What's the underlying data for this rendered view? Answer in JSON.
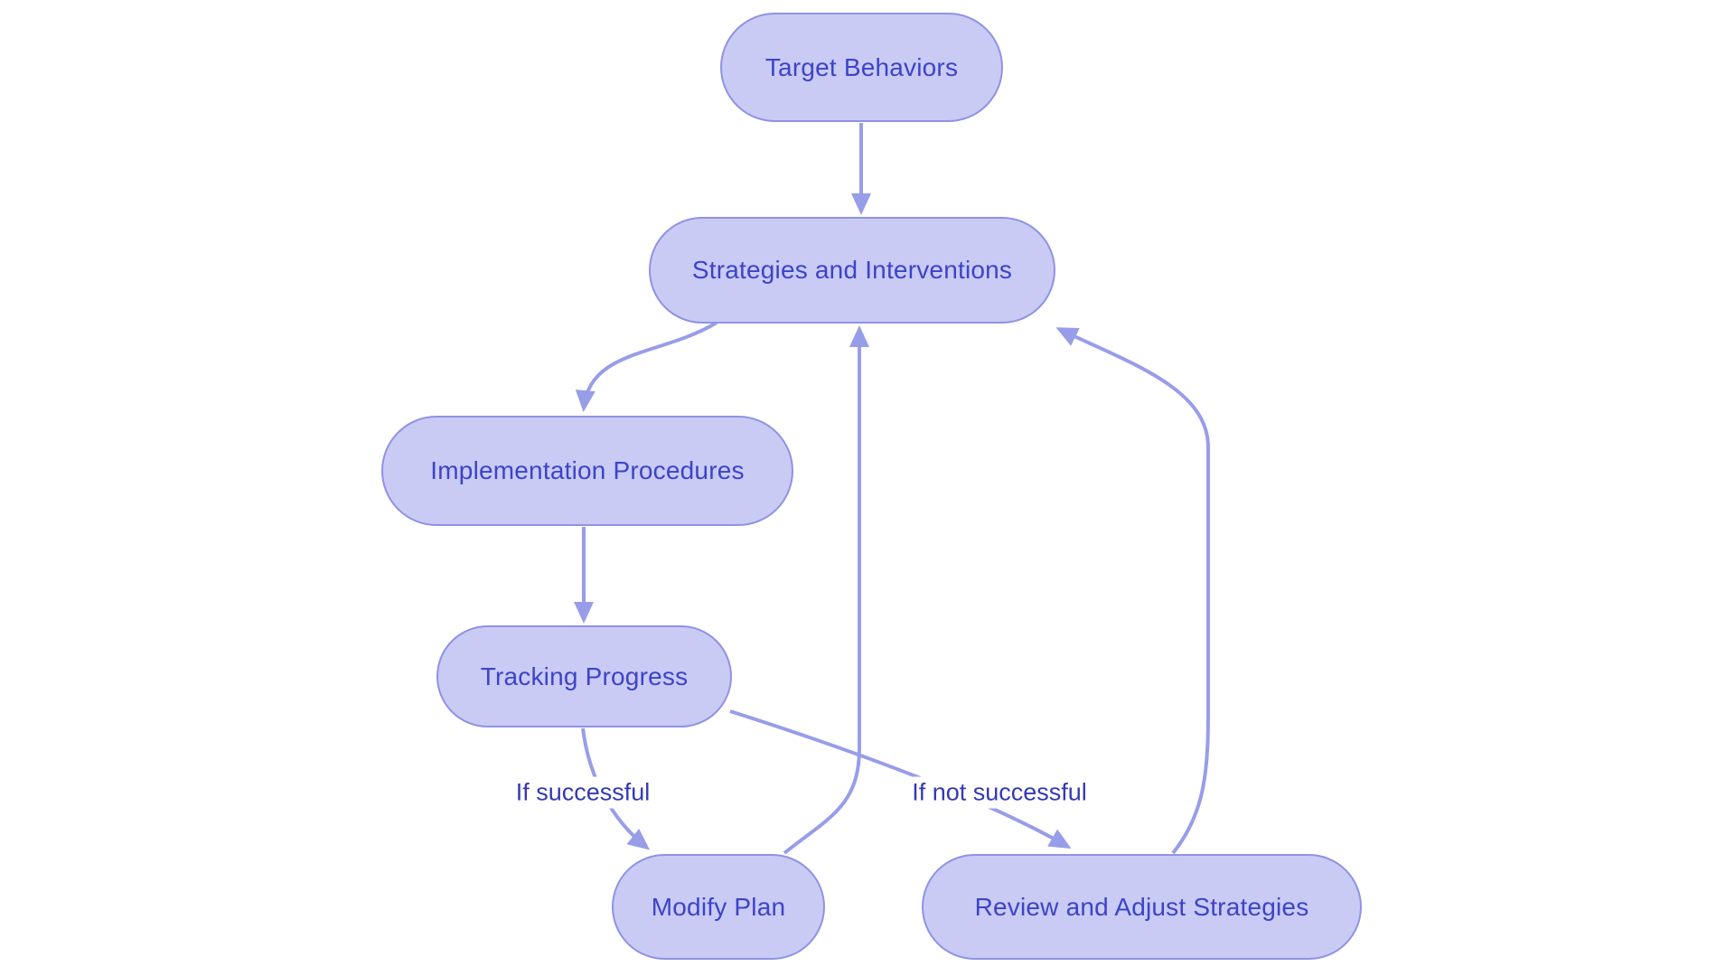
{
  "diagram": {
    "type": "flowchart",
    "colors": {
      "bg": "#ffffff",
      "node_fill": "#c9cbf5",
      "node_border": "#8e93e4",
      "node_text": "#3d43c8",
      "edge": "#989de9",
      "label_text": "#3439b2"
    },
    "nodes": [
      {
        "id": "target-behaviors",
        "label": "Target Behaviors"
      },
      {
        "id": "strategies-and-interventions",
        "label": "Strategies and Interventions"
      },
      {
        "id": "implementation-procedures",
        "label": "Implementation Procedures"
      },
      {
        "id": "tracking-progress",
        "label": "Tracking Progress"
      },
      {
        "id": "modify-plan",
        "label": "Modify Plan"
      },
      {
        "id": "review-and-adjust-strategies",
        "label": "Review and Adjust Strategies"
      }
    ],
    "edges": [
      {
        "from": "target-behaviors",
        "to": "strategies-and-interventions",
        "label": ""
      },
      {
        "from": "strategies-and-interventions",
        "to": "implementation-procedures",
        "label": ""
      },
      {
        "from": "implementation-procedures",
        "to": "tracking-progress",
        "label": ""
      },
      {
        "from": "tracking-progress",
        "to": "modify-plan",
        "label": "If successful"
      },
      {
        "from": "tracking-progress",
        "to": "review-and-adjust-strategies",
        "label": "If not successful"
      },
      {
        "from": "modify-plan",
        "to": "strategies-and-interventions",
        "label": ""
      },
      {
        "from": "review-and-adjust-strategies",
        "to": "strategies-and-interventions",
        "label": ""
      }
    ]
  }
}
